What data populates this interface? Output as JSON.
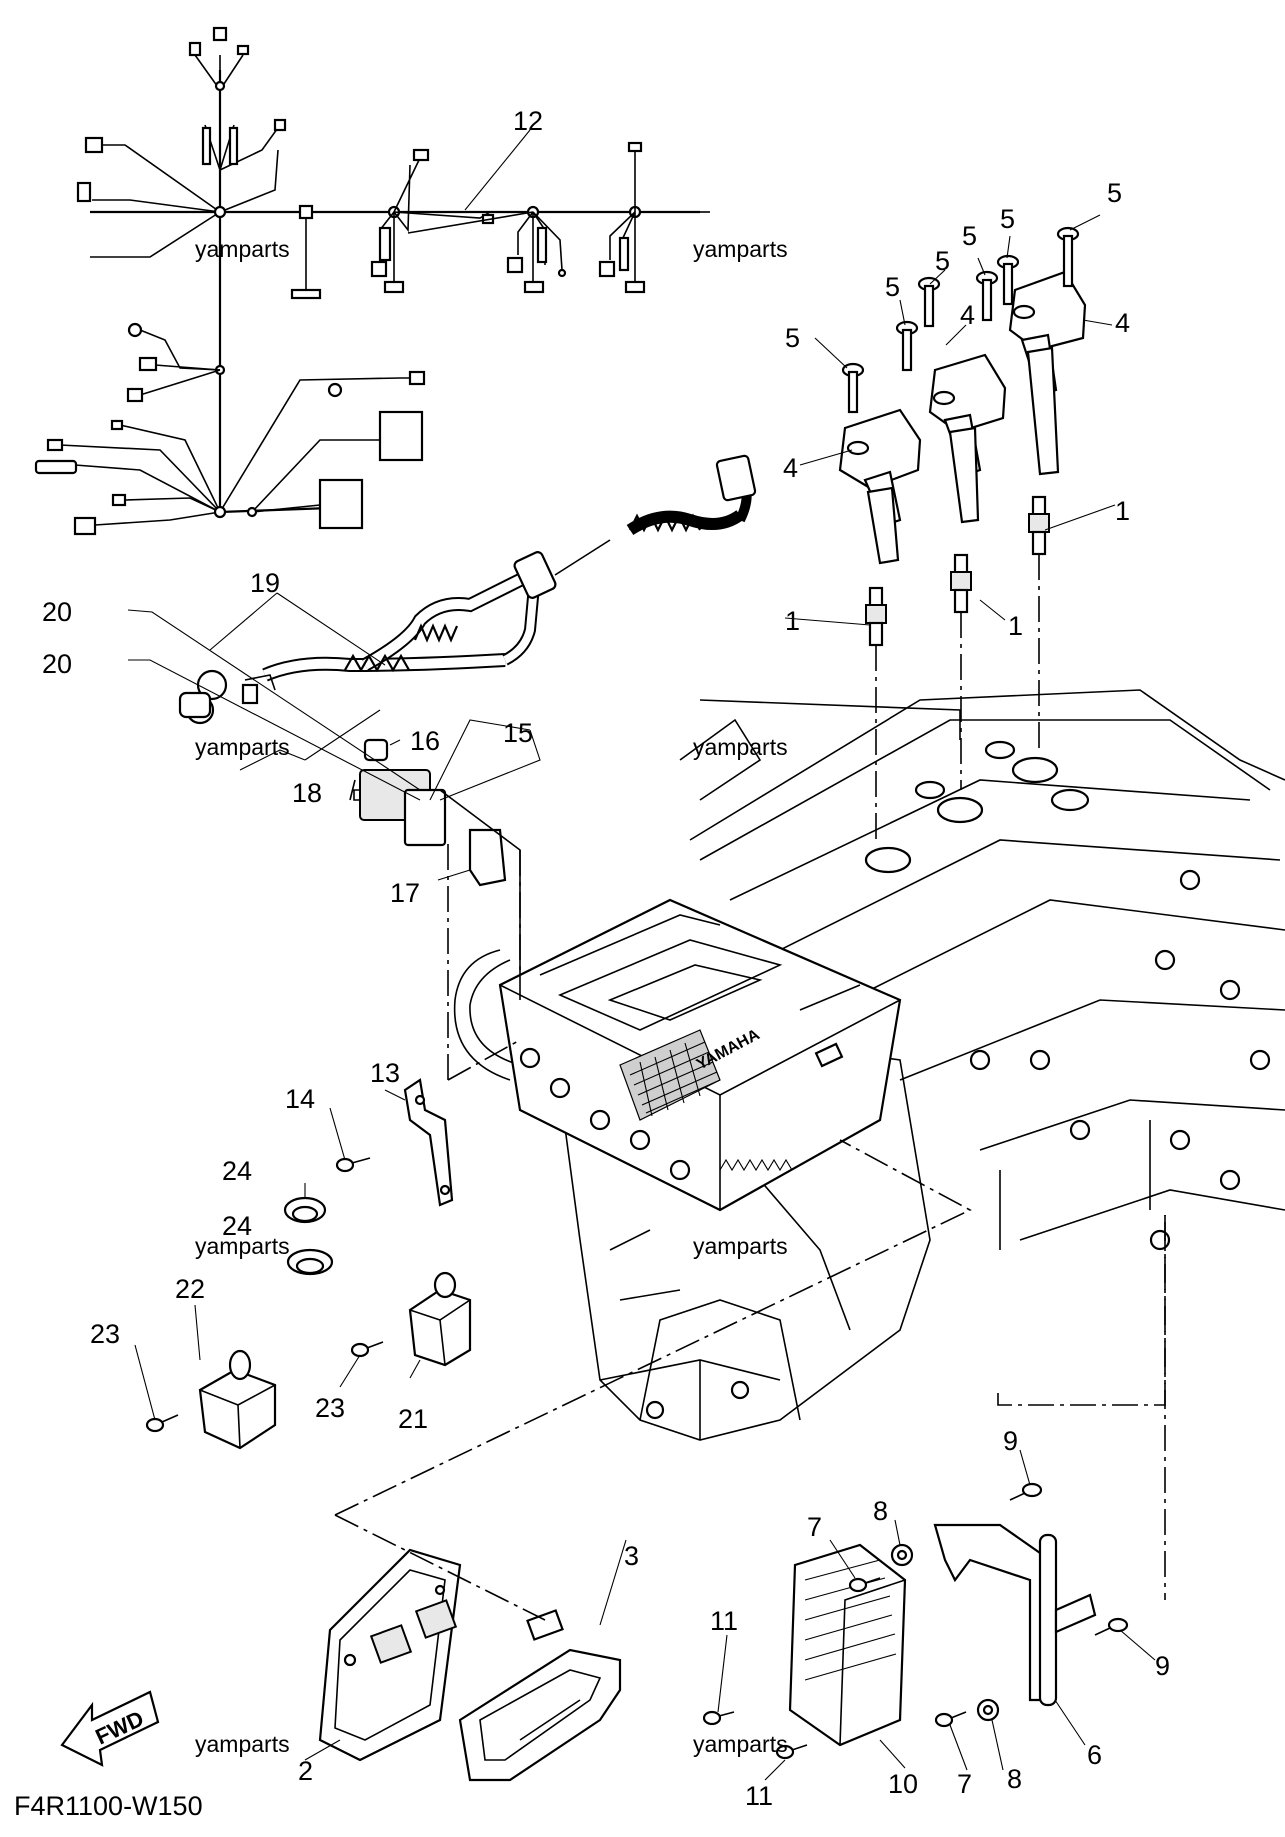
{
  "diagram_code": "F4R1100-W150",
  "fwd_label": "FWD",
  "engine_cover_text": "YAMAHA",
  "watermarks": [
    "yamparts",
    "yamparts",
    "yamparts",
    "yamparts",
    "yamparts",
    "yamparts"
  ],
  "callouts": {
    "c1a": "1",
    "c1b": "1",
    "c1c": "1",
    "c2": "2",
    "c3": "3",
    "c4a": "4",
    "c4b": "4",
    "c4c": "4",
    "c5a": "5",
    "c5b": "5",
    "c5c": "5",
    "c5d": "5",
    "c5e": "5",
    "c5f": "5",
    "c6": "6",
    "c7a": "7",
    "c7b": "7",
    "c8a": "8",
    "c8b": "8",
    "c9a": "9",
    "c9b": "9",
    "c10": "10",
    "c11a": "11",
    "c11b": "11",
    "c12": "12",
    "c13": "13",
    "c14": "14",
    "c15": "15",
    "c16": "16",
    "c17": "17",
    "c18": "18",
    "c19": "19",
    "c20a": "20",
    "c20b": "20",
    "c21": "21",
    "c22": "22",
    "c23a": "23",
    "c23b": "23",
    "c24a": "24",
    "c24b": "24"
  }
}
